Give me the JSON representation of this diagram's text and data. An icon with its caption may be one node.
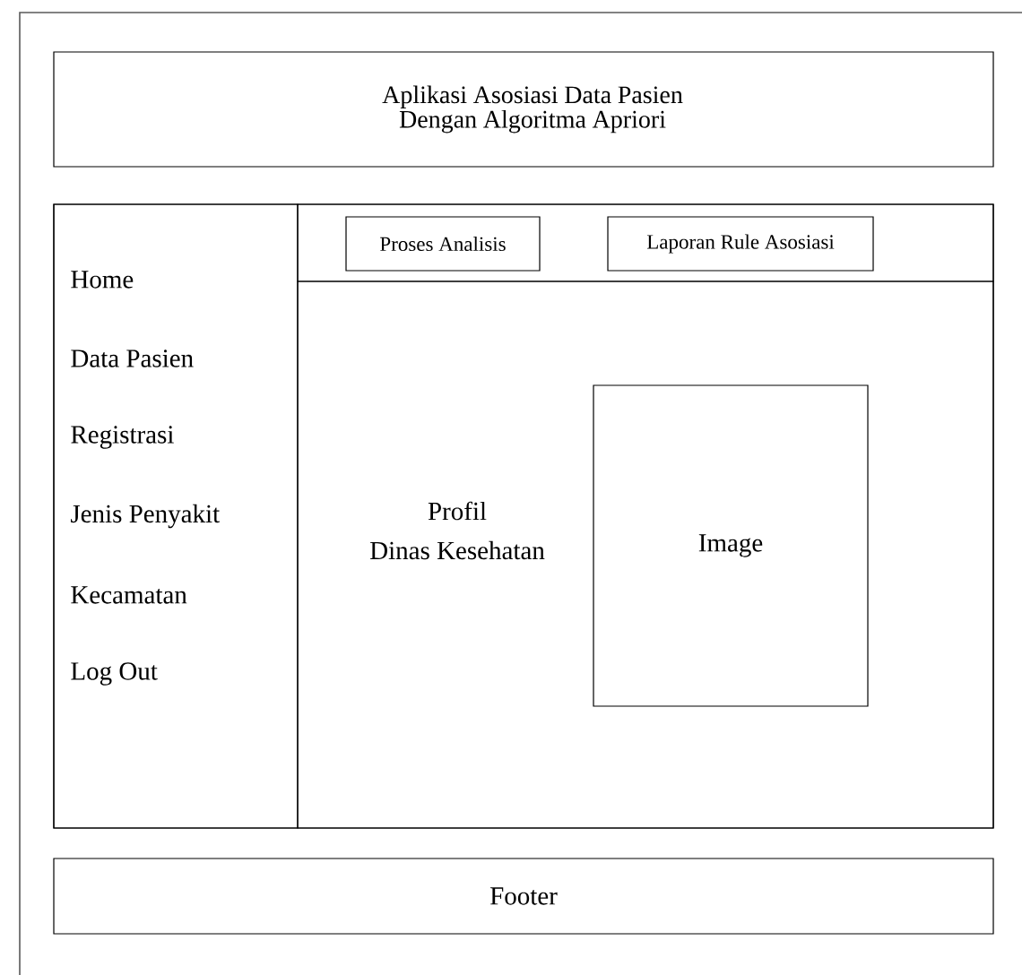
{
  "diagram": {
    "nodes": [
      {
        "text": [
          "Aplikasi Asosiasi Data Pasien Dengan Algoritma Apriori"
        ]
      },
      {
        "text": [],
        "shape": "box"
      },
      {
        "text": [
          "Home",
          "Data Pasien",
          "Registrasi",
          "Jenis Penyakit",
          "Kecamatan",
          "Log Out"
        ],
        "in": 1
      },
      {
        "text": [],
        "shape": "box",
        "in": 1
      },
      {
        "text": [
          "Proses Analisis"
        ],
        "in": 3
      },
      {
        "text": [
          "Laporan Rule Asosiasi"
        ],
        "in": 3
      },
      {
        "text": [
          "Profil",
          "Dinas Kesehatan"
        ],
        "in": 1
      },
      {
        "text": [
          "Image"
        ],
        "in": 6
      },
      {
        "text": [
          "Footer"
        ]
      }
    ]
  }
}
